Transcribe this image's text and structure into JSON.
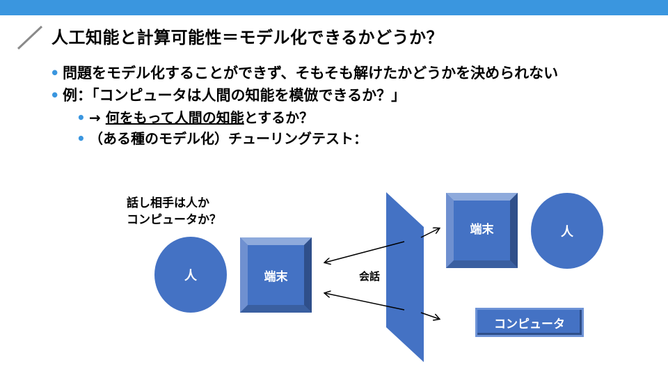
{
  "slide": {
    "title": "人工知能と計算可能性＝モデル化できるかどうか？",
    "bullets": [
      {
        "text": "問題をモデル化することができず、そもそも解けたかどうかを決められない"
      },
      {
        "text": "例：「コンピュータは人間の知能を模倣できるか？」"
      }
    ],
    "sub_bullets": [
      {
        "arrow": "→ ",
        "underlined": "何をもって人間の知能",
        "rest": "とするか？"
      },
      {
        "text": "（ある種のモデル化）チューリングテスト："
      }
    ]
  },
  "diagram": {
    "question_line1": "話し相手は人か",
    "question_line2": "コンピュータか？",
    "left_person": "人",
    "left_terminal": "端末",
    "conversation": "会話",
    "right_terminal": "端末",
    "right_person": "人",
    "computer": "コンピュータ"
  },
  "colors": {
    "topbar": "#3a96df",
    "shape": "#4472c4",
    "bullet": "#3a96df"
  }
}
